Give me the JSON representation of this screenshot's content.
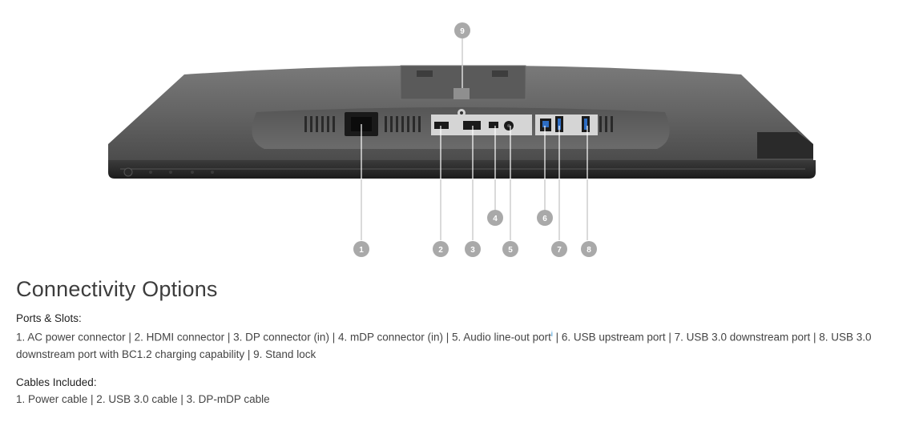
{
  "section_title": "Connectivity Options",
  "ports": {
    "heading": "Ports & Slots:",
    "text_before_mark": "1. AC power connector | 2. HDMI connector | 3. DP connector (in) | 4. mDP connector (in) | 5. Audio line-out port",
    "info_mark": "i",
    "text_after_mark": " | 6. USB upstream port | 7. USB 3.0 downstream port | 8. USB 3.0 downstream port with BC1.2 charging capability | 9. Stand lock"
  },
  "cables": {
    "heading": "Cables Included:",
    "text": "1. Power cable | 2. USB 3.0 cable | 3. DP-mDP cable"
  },
  "callouts": [
    "1",
    "2",
    "3",
    "4",
    "5",
    "6",
    "7",
    "8",
    "9"
  ],
  "colors": {
    "badge": "#a9a9a9",
    "monitor_body": "#4a4a4a",
    "info_mark": "#1a8cd8"
  }
}
